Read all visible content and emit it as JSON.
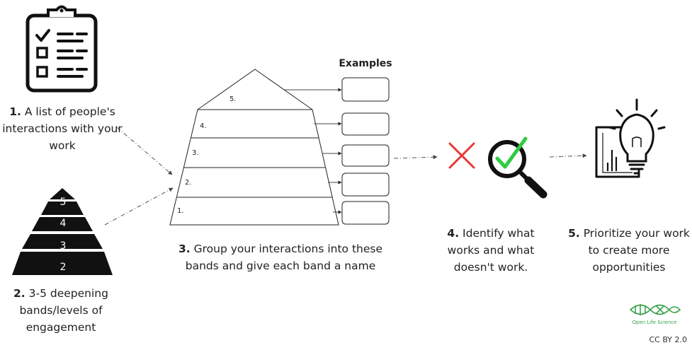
{
  "steps": [
    {
      "num": "1.",
      "text": "A list of people's interactions with your work"
    },
    {
      "num": "2.",
      "text": "3-5 deepening bands/levels of engagement"
    },
    {
      "num": "3.",
      "text": "Group your interactions into these bands and give each band a name"
    },
    {
      "num": "4.",
      "text": "Identify what works and what doesn't work."
    },
    {
      "num": "5.",
      "text": "Prioritize your work to create more opportunities"
    }
  ],
  "small_pyramid_levels": [
    "5",
    "4",
    "3",
    "2"
  ],
  "big_pyramid_levels": [
    "5.",
    "4.",
    "3.",
    "2.",
    "1."
  ],
  "examples_title": "Examples",
  "logo_text": "Open Life Science",
  "license": "CC BY 2.0",
  "colors": {
    "cross": "#e53935",
    "check": "#2ecc40",
    "logo": "#3aa24a",
    "ink": "#111111"
  }
}
